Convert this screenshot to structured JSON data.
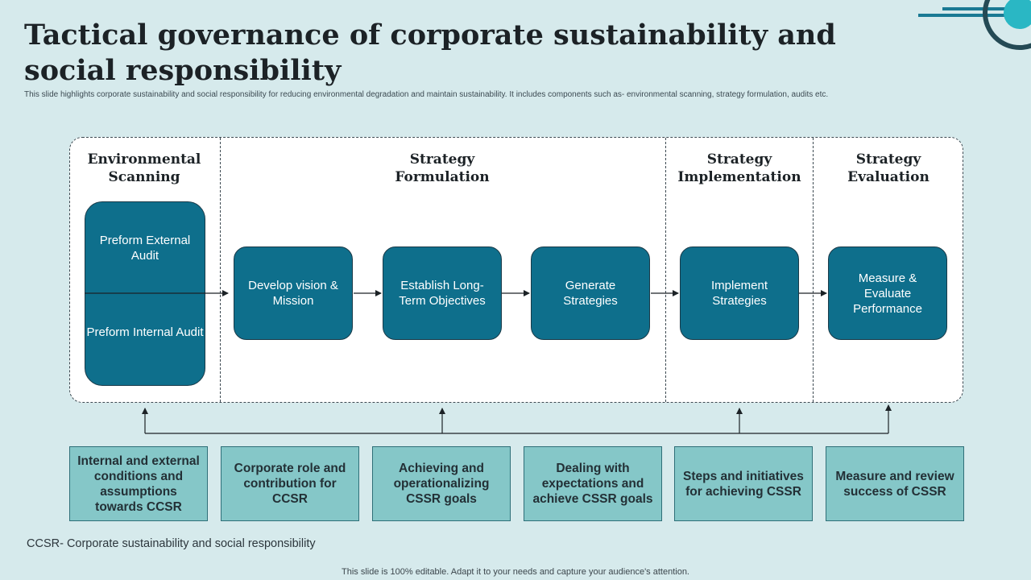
{
  "title": "Tactical governance of corporate sustainability and social responsibility",
  "subtitle": "This slide highlights corporate sustainability and social responsibility for reducing environmental degradation and maintain sustainability. It includes components such as- environmental scanning, strategy formulation, audits etc.",
  "columns": [
    {
      "heading": "Environmental Scanning"
    },
    {
      "heading": "Strategy Formulation"
    },
    {
      "heading": "Strategy Implementation"
    },
    {
      "heading": "Strategy Evaluation"
    }
  ],
  "audit": {
    "external": "Preform External Audit",
    "internal": "Preform Internal Audit"
  },
  "steps": [
    "Develop vision & Mission",
    "Establish Long-Term Objectives",
    "Generate Strategies",
    "Implement Strategies",
    "Measure & Evaluate Performance"
  ],
  "info_boxes": [
    "Internal and external conditions and assumptions towards CCSR",
    "Corporate role and contribution for CCSR",
    "Achieving and operationalizing CSSR goals",
    "Dealing with expectations and achieve CSSR goals",
    "Steps and initiatives for achieving CSSR",
    "Measure and review success of CSSR"
  ],
  "footnote": "CCSR- Corporate sustainability and social responsibility",
  "credit": "This slide is 100% editable. Adapt it to your needs and capture your audience's attention.",
  "colors": {
    "background": "#d6eaec",
    "step_fill": "#0e6f8c",
    "info_fill": "#85c7c8",
    "accent": "#1a7a94"
  }
}
